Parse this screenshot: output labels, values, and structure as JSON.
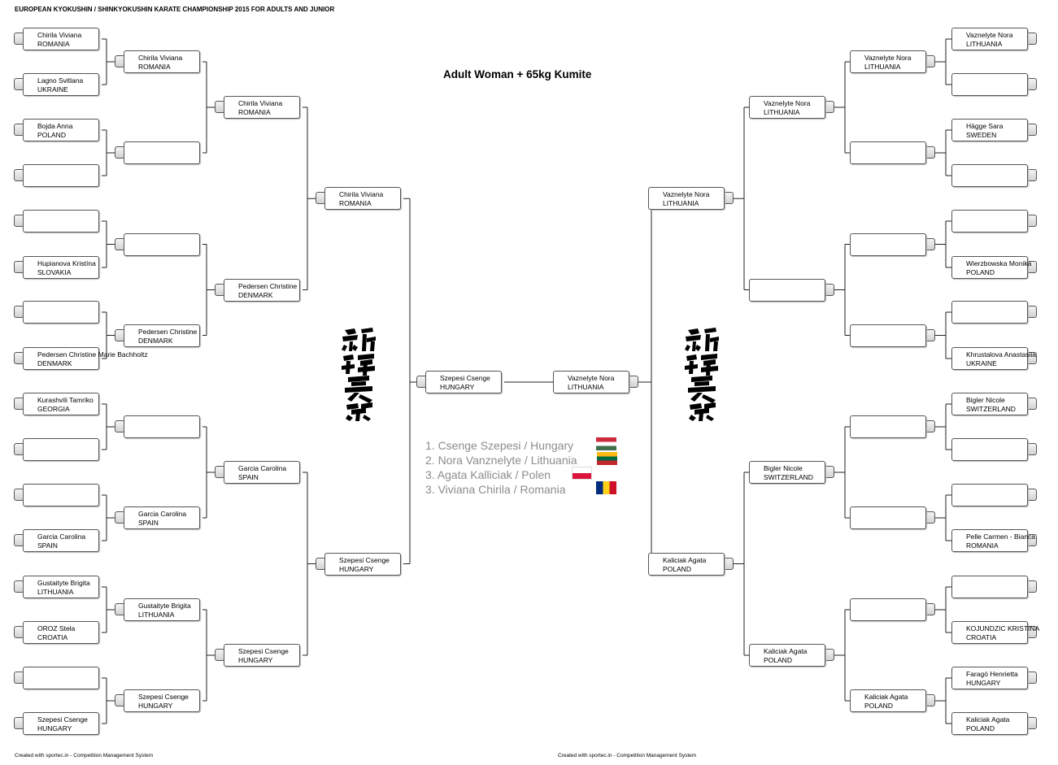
{
  "header": {
    "title": "EUROPEAN KYOKUSHIN / SHINKYOKUSHIN KARATE CHAMPIONSHIP 2015 FOR ADULTS AND JUNIOR",
    "event": "Adult Woman + 65kg Kumite"
  },
  "footer": {
    "left": "Created with sportec.in - Competition Management System",
    "right": "Created with sportec.in - Competition Management System"
  },
  "logo": {
    "alt": "Shinkyokushin kanji logo"
  },
  "bracket": {
    "left": {
      "r1": [
        {
          "name": "Chirila  Viviana",
          "country": "ROMANIA"
        },
        {
          "name": "Lagno  Svitlana",
          "country": "UKRAINE"
        },
        {
          "name": "Bojda Anna",
          "country": "POLAND"
        },
        {
          "name": "",
          "country": ""
        },
        {
          "name": "",
          "country": ""
        },
        {
          "name": "Hupianova Kristína",
          "country": "SLOVAKIA"
        },
        {
          "name": "",
          "country": ""
        },
        {
          "name": "Pedersen Christine Marie Bachholtz",
          "country": "DENMARK"
        },
        {
          "name": "Kurashvili Tamriko",
          "country": "GEORGIA"
        },
        {
          "name": "",
          "country": ""
        },
        {
          "name": "",
          "country": ""
        },
        {
          "name": "Garcia Carolina",
          "country": "SPAIN"
        },
        {
          "name": "Gustaityte Brigita",
          "country": "LITHUANIA"
        },
        {
          "name": "OROZ Stela",
          "country": "CROATIA"
        },
        {
          "name": "",
          "country": ""
        },
        {
          "name": "Szepesi Csenge",
          "country": "HUNGARY"
        }
      ],
      "r2": [
        {
          "name": "Chirila  Viviana",
          "country": "ROMANIA"
        },
        {
          "name": "",
          "country": ""
        },
        {
          "name": "",
          "country": ""
        },
        {
          "name": "Pedersen Christine",
          "country": "DENMARK"
        },
        {
          "name": "",
          "country": ""
        },
        {
          "name": "Garcia Carolina",
          "country": "SPAIN"
        },
        {
          "name": "Gustaityte Brigita",
          "country": "LITHUANIA"
        },
        {
          "name": "Szepesi Csenge",
          "country": "HUNGARY"
        }
      ],
      "r3": [
        {
          "name": "Chirila  Viviana",
          "country": "ROMANIA"
        },
        {
          "name": "Pedersen Christine",
          "country": "DENMARK"
        },
        {
          "name": "Garcia Carolina",
          "country": "SPAIN"
        },
        {
          "name": "Szepesi Csenge",
          "country": "HUNGARY"
        }
      ],
      "r4": [
        {
          "name": "Chirila  Viviana",
          "country": "ROMANIA"
        },
        {
          "name": "Szepesi Csenge",
          "country": "HUNGARY"
        }
      ],
      "final": {
        "name": "Szepesi Csenge",
        "country": "HUNGARY"
      }
    },
    "right": {
      "r1": [
        {
          "name": "Vaznelyte Nora",
          "country": "LITHUANIA"
        },
        {
          "name": "",
          "country": ""
        },
        {
          "name": "Hägge Sara",
          "country": "SWEDEN"
        },
        {
          "name": "",
          "country": ""
        },
        {
          "name": "",
          "country": ""
        },
        {
          "name": "Wierzbowska Monika",
          "country": "POLAND"
        },
        {
          "name": "",
          "country": ""
        },
        {
          "name": "Khrustalova  Anastasiia",
          "country": "UKRAINE"
        },
        {
          "name": "Bigler Nicole",
          "country": "SWITZERLAND"
        },
        {
          "name": "",
          "country": ""
        },
        {
          "name": "",
          "country": ""
        },
        {
          "name": "Pelle Carmen - Bianca",
          "country": "ROMANIA"
        },
        {
          "name": "",
          "country": ""
        },
        {
          "name": "KOJUNDZIC KRISTINA",
          "country": "CROATIA"
        },
        {
          "name": "Faragó Henrietta",
          "country": "HUNGARY"
        },
        {
          "name": "Kaliciak Agata",
          "country": "POLAND"
        }
      ],
      "r2": [
        {
          "name": "Vaznelyte Nora",
          "country": "LITHUANIA"
        },
        {
          "name": "",
          "country": ""
        },
        {
          "name": "",
          "country": ""
        },
        {
          "name": "",
          "country": ""
        },
        {
          "name": "",
          "country": ""
        },
        {
          "name": "",
          "country": ""
        },
        {
          "name": "",
          "country": ""
        },
        {
          "name": "Kaliciak Agata",
          "country": "POLAND"
        }
      ],
      "r3": [
        {
          "name": "Vaznelyte Nora",
          "country": "LITHUANIA"
        },
        {
          "name": "",
          "country": ""
        },
        {
          "name": "Bigler Nicole",
          "country": "SWITZERLAND"
        },
        {
          "name": "Kaliciak Agata",
          "country": "POLAND"
        }
      ],
      "r4": [
        {
          "name": "Vaznelyte Nora",
          "country": "LITHUANIA"
        },
        {
          "name": "Kaliciak Agata",
          "country": "POLAND"
        }
      ],
      "final": {
        "name": "Vaznelyte Nora",
        "country": "LITHUANIA"
      }
    }
  },
  "results": [
    {
      "text": "1. Csenge Szepesi / Hungary",
      "flag": "hungary-flag",
      "colors": [
        "#cd2a3e",
        "#ffffff",
        "#436f4d"
      ]
    },
    {
      "text": "2. Nora Vanznelyte / Lithuania",
      "flag": "lithuania-flag",
      "colors": [
        "#fdb913",
        "#006a44",
        "#c1272d"
      ]
    },
    {
      "text": "3. Agata Kalliciak / Polen",
      "flag": "poland-flag",
      "colors": [
        "#ffffff",
        "#dc143c"
      ]
    },
    {
      "text": "3. Viviana  Chirila / Romania",
      "flag": "romania-flag",
      "colors": [
        "#002b7f",
        "#fcd116",
        "#ce1126"
      ]
    }
  ]
}
